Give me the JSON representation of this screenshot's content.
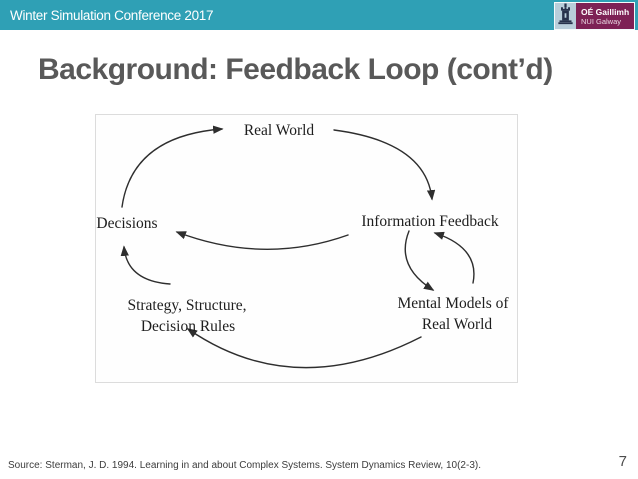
{
  "header": {
    "title": "Winter Simulation Conference 2017",
    "logo": {
      "irish": "OÉ Gaillimh",
      "english": "NUI Galway"
    }
  },
  "slide": {
    "title": "Background: Feedback Loop (cont’d)"
  },
  "diagram": {
    "nodes": {
      "real_world": "Real World",
      "information_feedback": "Information Feedback",
      "decisions": "Decisions",
      "strategy_line1": "Strategy, Structure,",
      "strategy_line2": "Decision Rules",
      "mental_line1": "Mental Models of",
      "mental_line2": "Real World"
    },
    "edges": [
      {
        "from": "Decisions",
        "to": "Real World"
      },
      {
        "from": "Real World",
        "to": "Information Feedback"
      },
      {
        "from": "Information Feedback",
        "to": "Decisions"
      },
      {
        "from": "Information Feedback",
        "to": "Mental Models of Real World"
      },
      {
        "from": "Mental Models of Real World",
        "to": "Information Feedback"
      },
      {
        "from": "Mental Models of Real World",
        "to": "Strategy, Structure, Decision Rules"
      },
      {
        "from": "Strategy, Structure, Decision Rules",
        "to": "Decisions"
      }
    ]
  },
  "footer": {
    "source": "Source: Sterman, J. D. 1994. Learning in and about Complex Systems.  System Dynamics Review, 10(2-3).",
    "page_number": "7"
  },
  "colors": {
    "header_teal": "#2fa0b5",
    "title_gray": "#595959",
    "logo_purple": "#7d2155",
    "logo_lightblue": "#b9ceda"
  }
}
